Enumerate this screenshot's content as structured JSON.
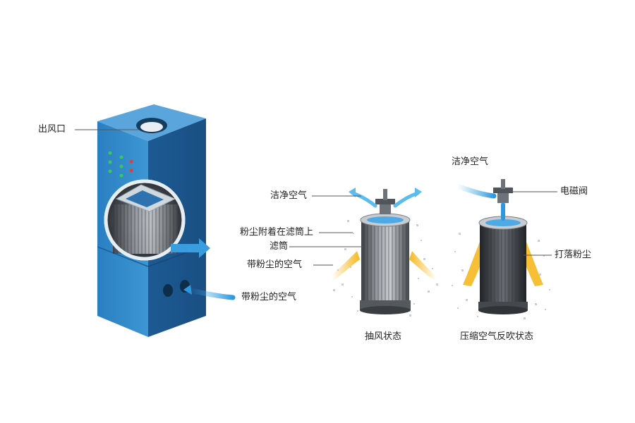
{
  "diagram": {
    "labels": {
      "outlet": "出风口",
      "clean_air_left": "洁净空气",
      "dust_on_filter": "粉尘附着在滤筒上",
      "filter_cartridge": "滤筒",
      "dusty_air_filter": "带粉尘的空气",
      "dusty_air_inlet": "带粉尘的空气",
      "clean_air_right": "洁净空气",
      "solenoid_valve": "电磁阀",
      "dislodged_dust": "打落粉尘"
    },
    "captions": {
      "suction_state": "抽风状态",
      "pulse_state": "压缩空气反吹状态"
    }
  },
  "colors": {
    "cabinet_front": "#2f86c4",
    "cabinet_side": "#1e5f9a",
    "cabinet_top": "#5aa6dc",
    "airflow_blue": "#4fb3ea",
    "dust_yellow": "#f5b820",
    "filter_grey": "#6c7075"
  }
}
